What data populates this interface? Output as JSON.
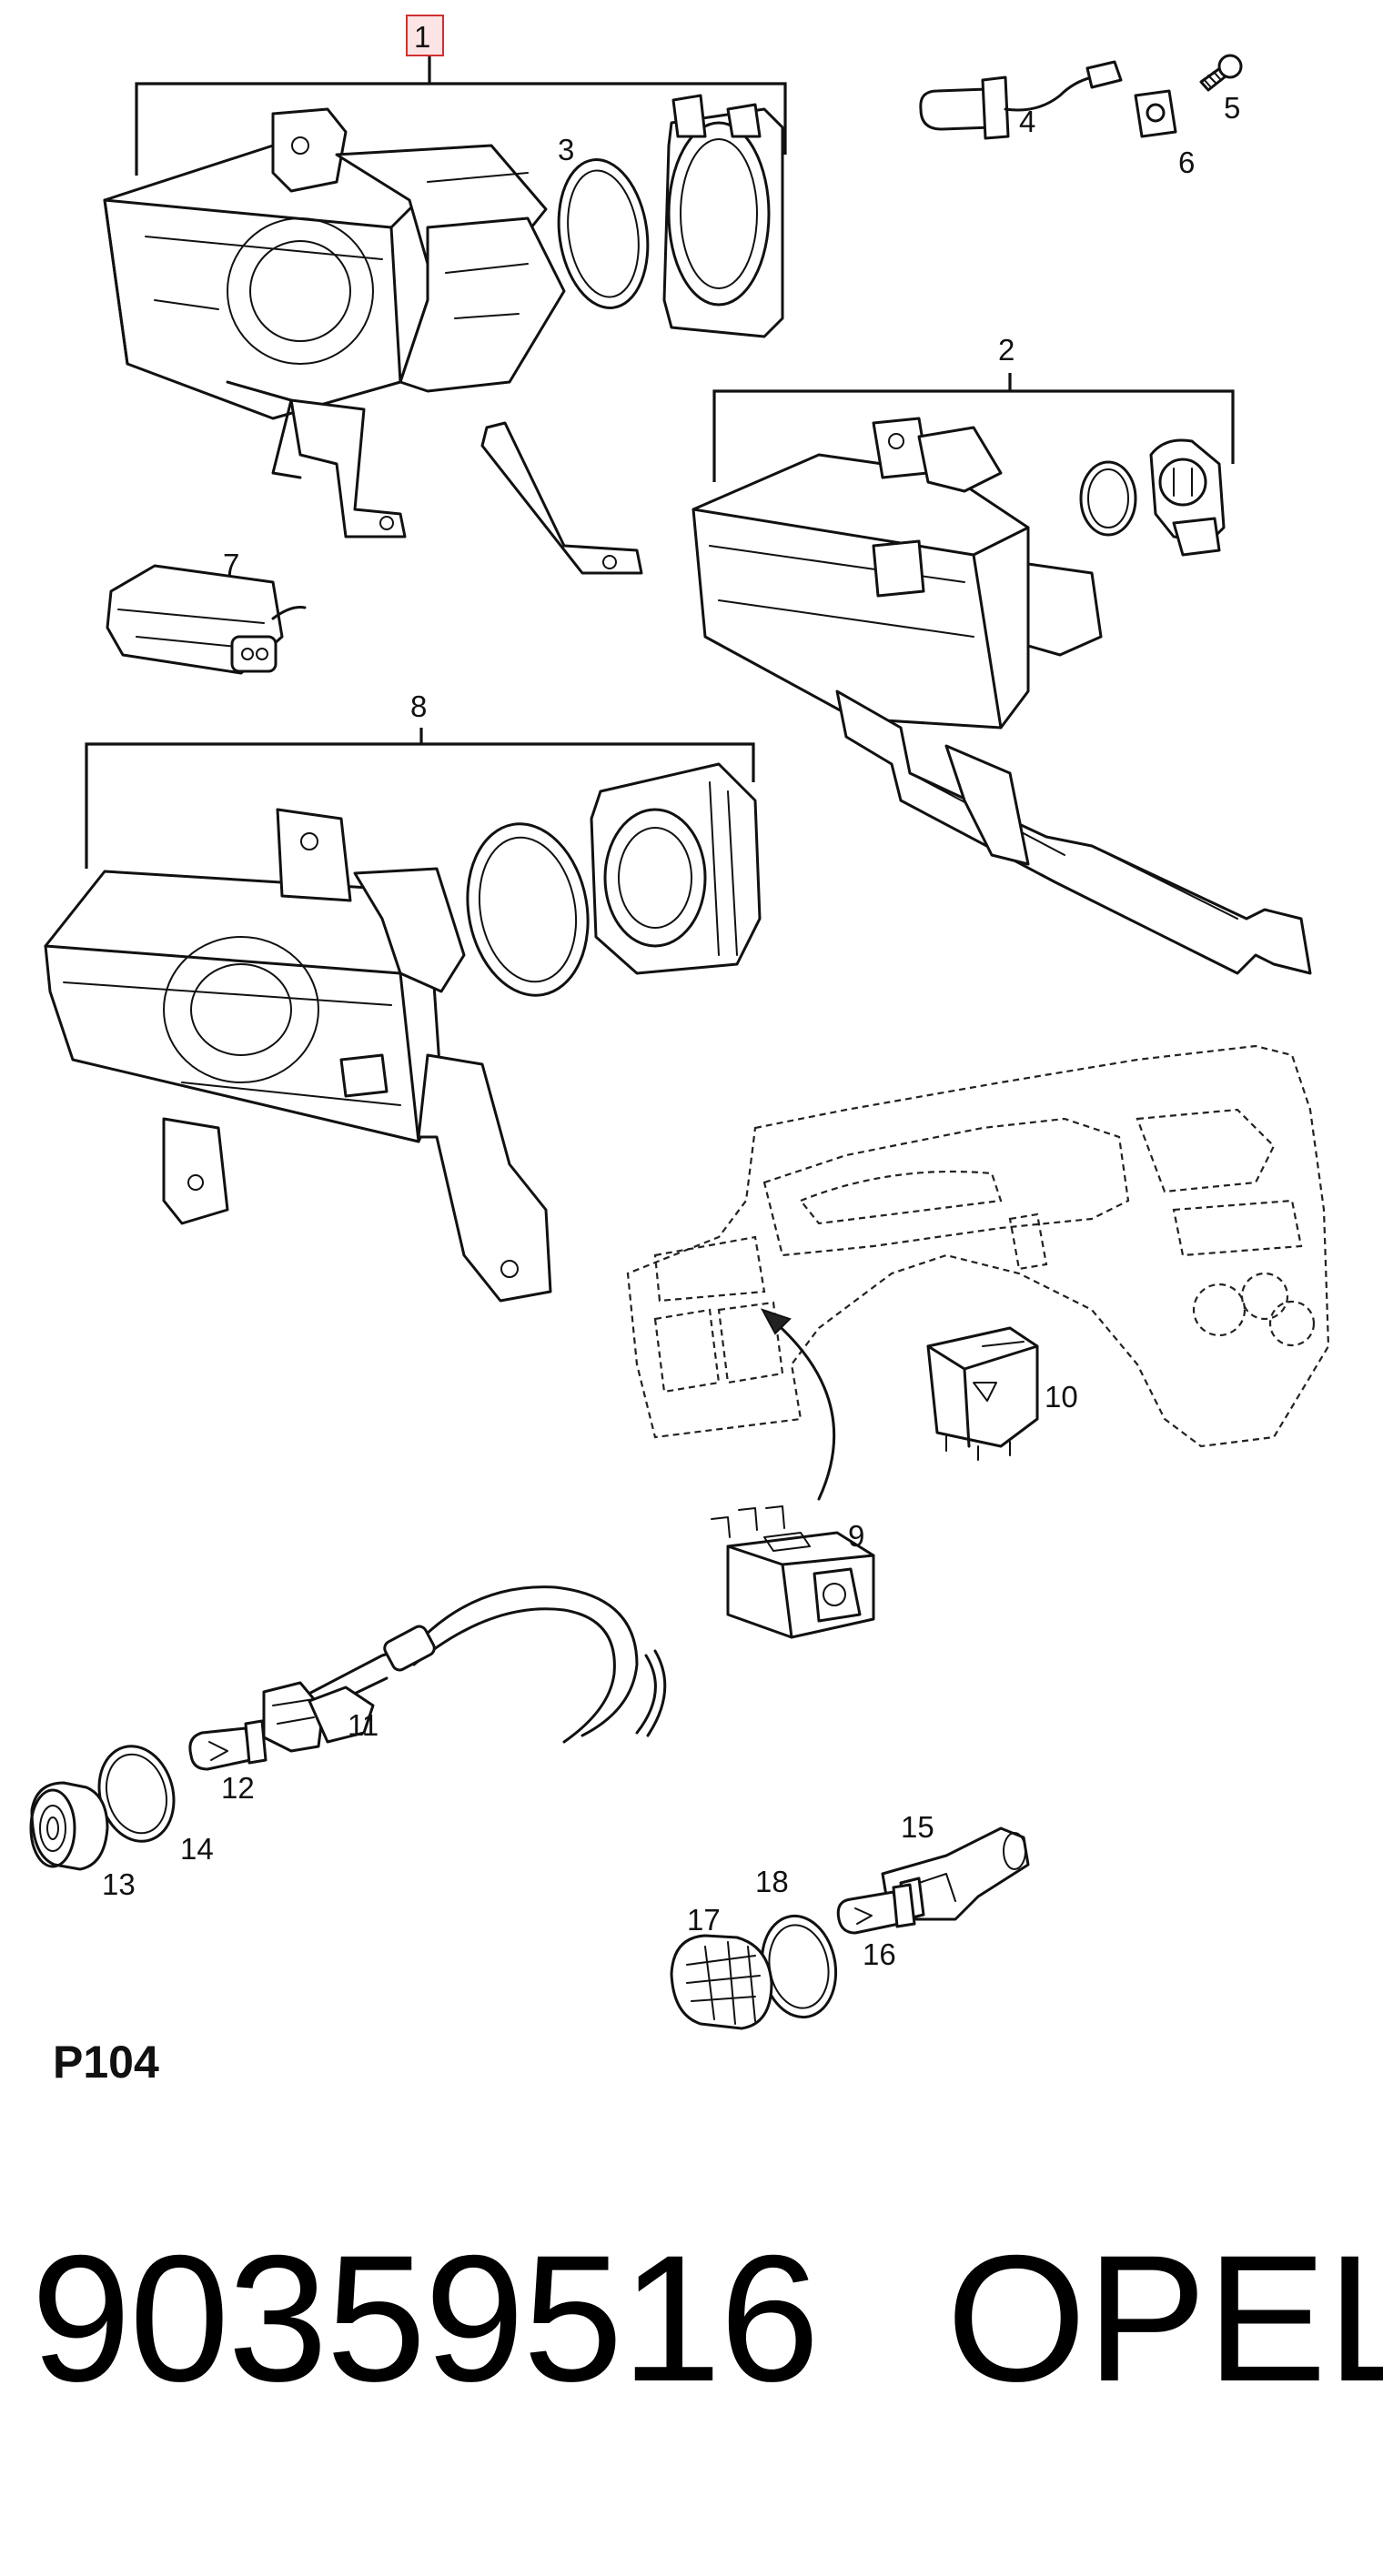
{
  "diagram": {
    "callouts": {
      "c1": "1",
      "c2": "2",
      "c3": "3",
      "c4": "4",
      "c5": "5",
      "c6": "6",
      "c7": "7",
      "c8": "8",
      "c9": "9",
      "c10": "10",
      "c11": "11",
      "c12": "12",
      "c13": "13",
      "c14": "14",
      "c15": "15",
      "c16": "16",
      "c17": "17",
      "c18": "18"
    },
    "highlighted_callout": "1",
    "highlight_color": "#d03030",
    "diagram_code": "P104"
  },
  "part_number": "90359516",
  "brand": "OPEL"
}
